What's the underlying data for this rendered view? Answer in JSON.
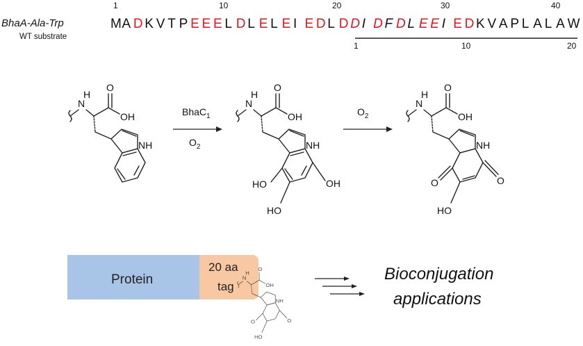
{
  "header": {
    "title": "BhaA-Ala-Trp",
    "subtitle": "WT substrate"
  },
  "sequence": {
    "letters": [
      {
        "c": "M",
        "r": false,
        "i": false
      },
      {
        "c": "A",
        "r": false,
        "i": false
      },
      {
        "c": "D",
        "r": true,
        "i": false
      },
      {
        "c": "K",
        "r": false,
        "i": false
      },
      {
        "c": "V",
        "r": false,
        "i": false
      },
      {
        "c": "T",
        "r": false,
        "i": false
      },
      {
        "c": "P",
        "r": false,
        "i": false
      },
      {
        "c": "E",
        "r": true,
        "i": false
      },
      {
        "c": "E",
        "r": true,
        "i": false
      },
      {
        "c": "E",
        "r": true,
        "i": false
      },
      {
        "c": "L",
        "r": false,
        "i": false
      },
      {
        "c": "D",
        "r": true,
        "i": false
      },
      {
        "c": "L",
        "r": false,
        "i": false
      },
      {
        "c": "E",
        "r": true,
        "i": false
      },
      {
        "c": "L",
        "r": false,
        "i": false
      },
      {
        "c": "E",
        "r": true,
        "i": false
      },
      {
        "c": "I",
        "r": false,
        "i": false
      },
      {
        "c": "E",
        "r": true,
        "i": false
      },
      {
        "c": "D",
        "r": true,
        "i": false
      },
      {
        "c": "L",
        "r": false,
        "i": false
      },
      {
        "c": "D",
        "r": true,
        "i": false
      },
      {
        "c": "D",
        "r": true,
        "i": true
      },
      {
        "c": "I",
        "r": false,
        "i": true
      },
      {
        "c": "D",
        "r": true,
        "i": true
      },
      {
        "c": "F",
        "r": false,
        "i": true
      },
      {
        "c": "D",
        "r": true,
        "i": true
      },
      {
        "c": "L",
        "r": false,
        "i": true
      },
      {
        "c": "E",
        "r": true,
        "i": true
      },
      {
        "c": "E",
        "r": true,
        "i": true
      },
      {
        "c": "I",
        "r": false,
        "i": true
      },
      {
        "c": "E",
        "r": true,
        "i": false
      },
      {
        "c": "D",
        "r": true,
        "i": false
      },
      {
        "c": "K",
        "r": false,
        "i": false
      },
      {
        "c": "V",
        "r": false,
        "i": false
      },
      {
        "c": "A",
        "r": false,
        "i": false
      },
      {
        "c": "P",
        "r": false,
        "i": false
      },
      {
        "c": "L",
        "r": false,
        "i": false
      },
      {
        "c": "A",
        "r": false,
        "i": false
      },
      {
        "c": "L",
        "r": false,
        "i": false
      },
      {
        "c": "A",
        "r": false,
        "i": false
      },
      {
        "c": "W",
        "r": false,
        "i": false
      }
    ],
    "top_numbers": [
      "1",
      "10",
      "20",
      "30",
      "40"
    ],
    "bottom_numbers": [
      "1",
      "10",
      "20"
    ],
    "colors": {
      "acidic": "#e8141c",
      "neutral": "#111111"
    }
  },
  "reaction": {
    "step1_enzyme": "BhaC",
    "step1_enzyme_subscript": "1",
    "step1_oxidant": "O",
    "step1_oxidant_subscript": "2",
    "step2_oxidant": "O",
    "step2_oxidant_subscript": "2",
    "atoms": {
      "nh": "NH",
      "h": "H",
      "n": "N",
      "o": "O",
      "oh": "OH",
      "ho": "HO"
    }
  },
  "bioconjugation": {
    "protein_label": "Protein",
    "tag_label_line1": "20 aa",
    "tag_label_line2": "tag",
    "result_line1": "Bioconjugation",
    "result_line2": "applications",
    "colors": {
      "protein": "#a8c4e6",
      "tag": "#f7c8a1"
    }
  }
}
